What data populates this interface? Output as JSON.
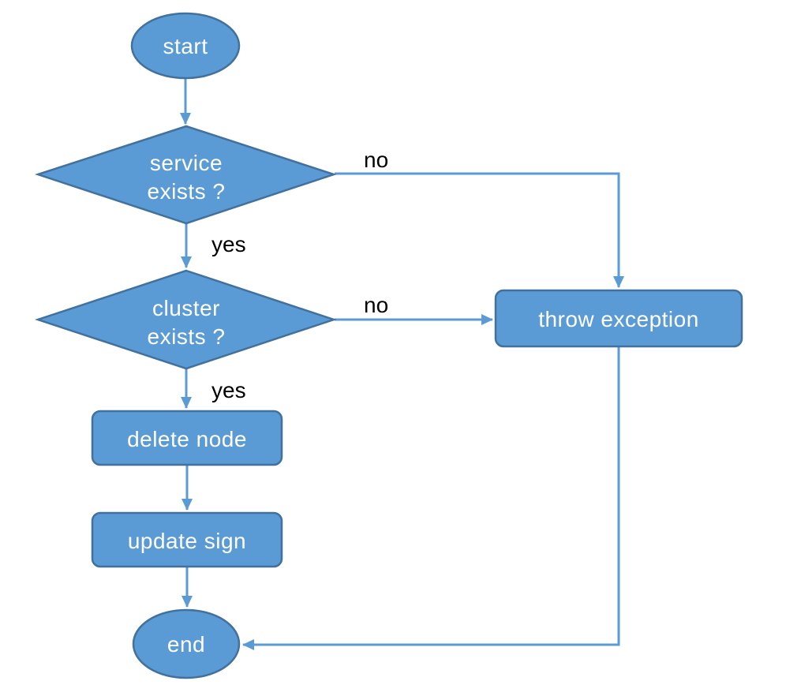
{
  "diagram": {
    "type": "flowchart",
    "colors": {
      "shape_fill": "#5b9bd5",
      "shape_stroke": "#41719c",
      "connector": "#5b9bd5",
      "shape_text": "#ffffff",
      "edge_label_text": "#000000",
      "background": "#ffffff"
    },
    "nodes": {
      "start": {
        "label": "start",
        "shape": "ellipse"
      },
      "service_decision": {
        "label_line1": "service",
        "label_line2": "exists ?",
        "shape": "diamond"
      },
      "cluster_decision": {
        "label_line1": "cluster",
        "label_line2": "exists ?",
        "shape": "diamond"
      },
      "throw_exception": {
        "label": "throw exception",
        "shape": "rounded-rect"
      },
      "delete_node": {
        "label": "delete node",
        "shape": "rounded-rect"
      },
      "update_sign": {
        "label": "update sign",
        "shape": "rounded-rect"
      },
      "end": {
        "label": "end",
        "shape": "ellipse"
      }
    },
    "edges": {
      "start_to_service": {
        "label": ""
      },
      "service_no_to_throw": {
        "label": "no"
      },
      "service_yes_to_cluster": {
        "label": "yes"
      },
      "cluster_no_to_throw": {
        "label": "no"
      },
      "cluster_yes_to_delete": {
        "label": "yes"
      },
      "delete_to_update": {
        "label": ""
      },
      "update_to_end": {
        "label": ""
      },
      "throw_to_end": {
        "label": ""
      }
    }
  }
}
